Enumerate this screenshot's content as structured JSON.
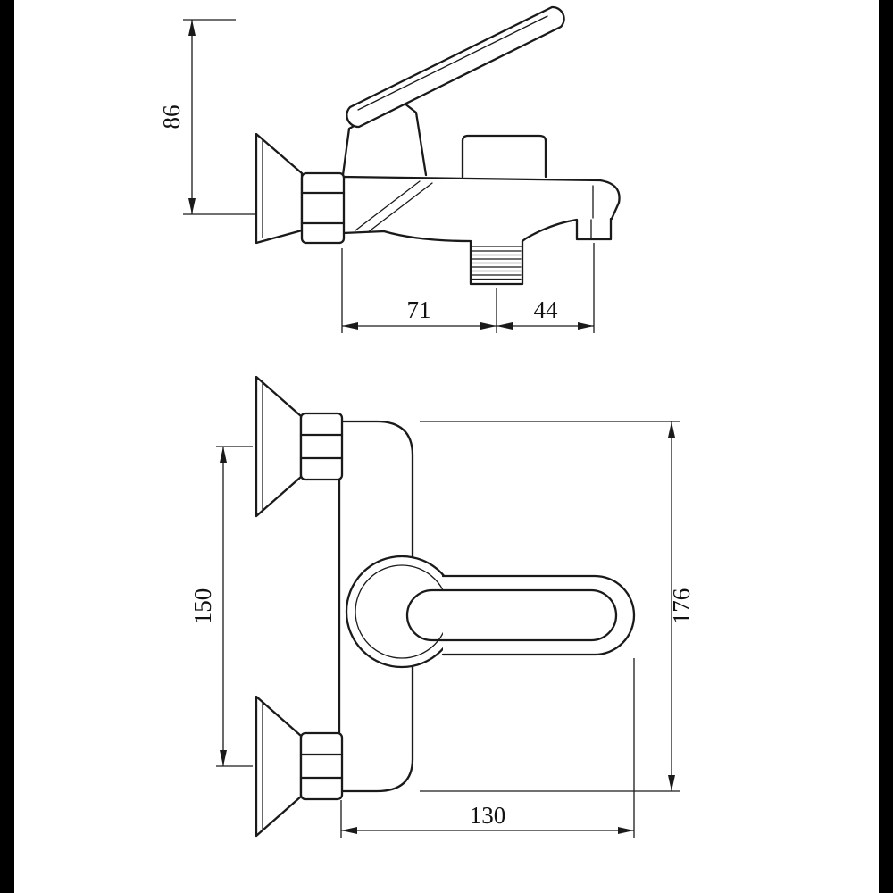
{
  "colors": {
    "line": "#1a1a1a",
    "background": "#ffffff",
    "letterbox": "#000000"
  },
  "dimensions": {
    "side_view": {
      "handle_height": "86",
      "wall_to_outlet": "71",
      "outlet_to_spout": "44"
    },
    "front_view": {
      "flange_spacing": "150",
      "overall_height": "176",
      "projection": "130"
    }
  }
}
